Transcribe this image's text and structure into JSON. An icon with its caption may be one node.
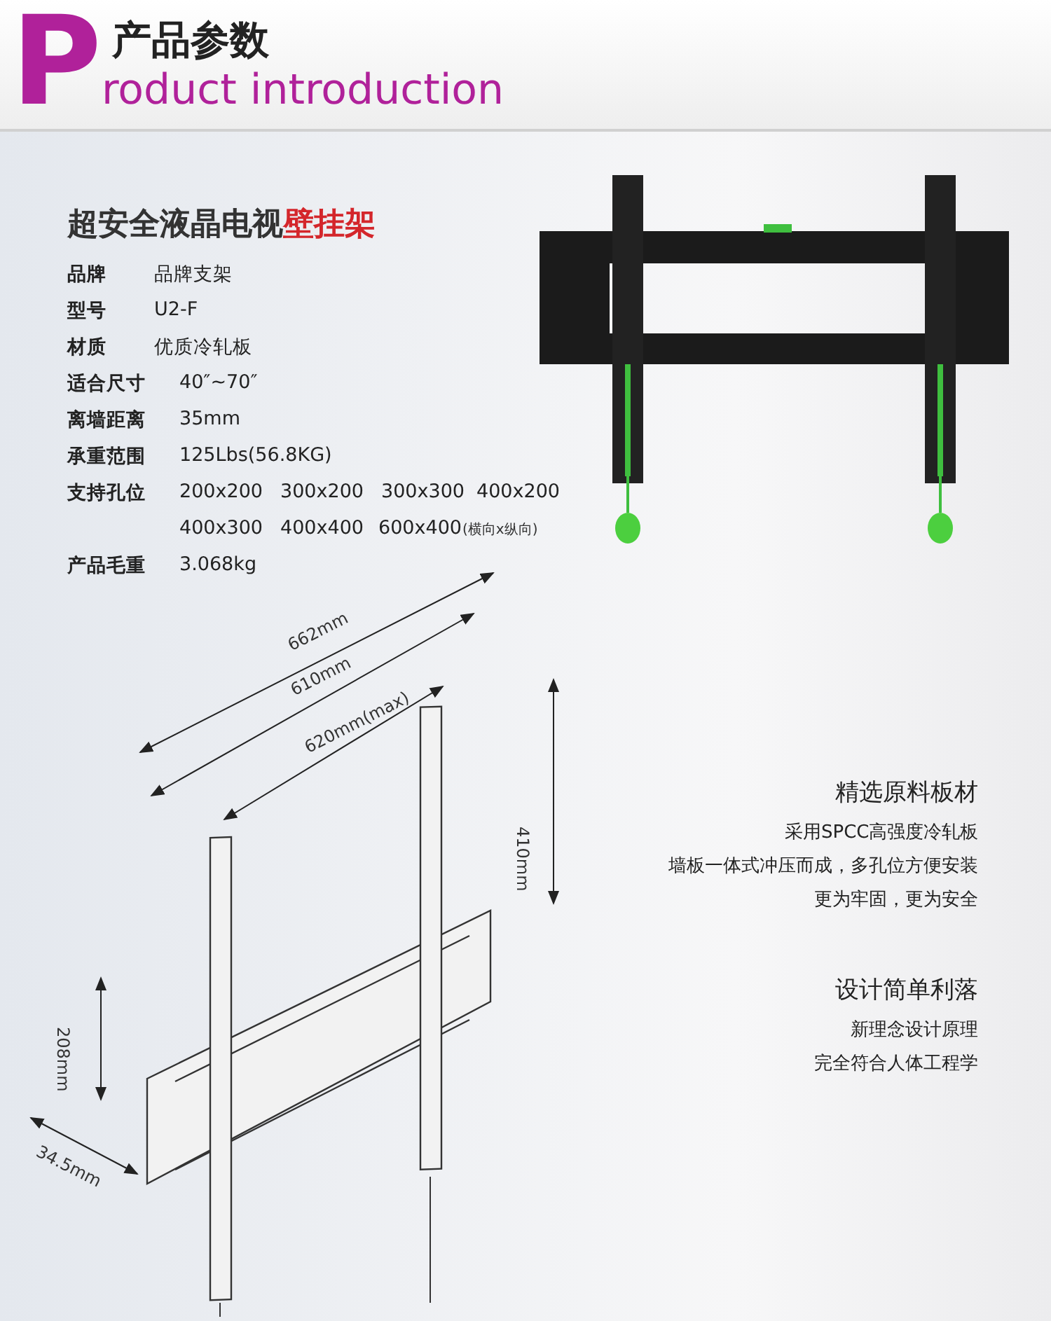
{
  "diagram": {
    "title": "产品参数",
    "labels": [
      "Product introduction",
      "超安全液晶电视**壁挂架**",
      "品牌",
      "品牌支架",
      "型号",
      "U2-F",
      "材质",
      "优质冷轧板",
      "适合尺寸",
      "40″~70″",
      "离墙距离",
      "35mm",
      "承重范围",
      "125Lbs(56.8KG)",
      "支持孔位",
      "200x200",
      "300x200",
      "300x300",
      "400x200",
      "400x300",
      "400x400",
      "600x400",
      "(横向x纵向)",
      "产品毛重",
      "3.068kg",
      "662mm",
      "610mm",
      "620mm(max)",
      "410mm",
      "208mm",
      "34.5mm",
      "精选原料板材",
      "采用SPCC高强度冷轧板",
      "墙板一体式冲压而成，多孔位方便安装",
      "更为牢固，更为安全",
      "设计简单利落",
      "新理念设计原理",
      "完全符合人体工程学"
    ]
  }
}
